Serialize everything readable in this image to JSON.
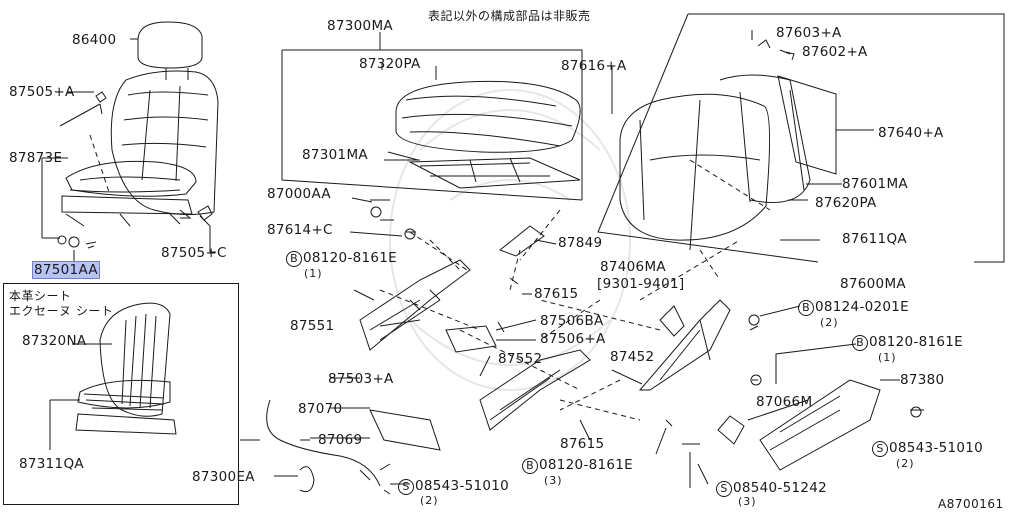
{
  "header_note": "表記以外の構成部品は非販売",
  "drawing_id": "A8700161",
  "inset": {
    "line1": "本革シート",
    "line2": "エクセーヌ シート"
  },
  "parts": {
    "p86400": "86400",
    "p87505a": "87505+A",
    "p87873e": "87873E",
    "p87501aa": "87501AA",
    "p87505c": "87505+C",
    "p87300ma": "87300MA",
    "p87320pa": "87320PA",
    "p87301ma": "87301MA",
    "p87616a": "87616+A",
    "p87603a": "87603+A",
    "p87602a": "87602+A",
    "p87640a": "87640+A",
    "p87601ma": "87601MA",
    "p87620pa": "87620PA",
    "p87611qa": "87611QA",
    "p87600ma": "87600MA",
    "p87000aa": "87000AA",
    "p87614c": "87614+C",
    "p87849": "87849",
    "b08120a_num": "08120-8161E",
    "b08120a_qty": "(1)",
    "p87615a": "87615",
    "p87406ma": "87406MA",
    "p87406ma_range": "[9301-9401]",
    "b08124_num": "08124-0201E",
    "b08124_qty": "(2)",
    "p87551": "87551",
    "p87506ba": "87506BA",
    "p87506a": "87506+A",
    "p87452": "87452",
    "b08120b_num": "08120-8161E",
    "b08120b_qty": "(1)",
    "p87552": "87552",
    "p87320na": "87320NA",
    "p87503a": "87503+A",
    "p87380": "87380",
    "p87070": "87070",
    "p87066m": "87066M",
    "p87069": "87069",
    "p87615b": "87615",
    "s08543a_num": "08543-51010",
    "s08543a_qty": "(2)",
    "b08120c_num": "08120-8161E",
    "b08120c_qty": "(3)",
    "p87311qa": "87311QA",
    "p87300ea": "87300EA",
    "s08543b_num": "08543-51010",
    "s08543b_qty": "(2)",
    "s08540_num": "08540-51242",
    "s08540_qty": "(3)",
    "bolt_prefix": "B",
    "screw_prefix": "S"
  }
}
